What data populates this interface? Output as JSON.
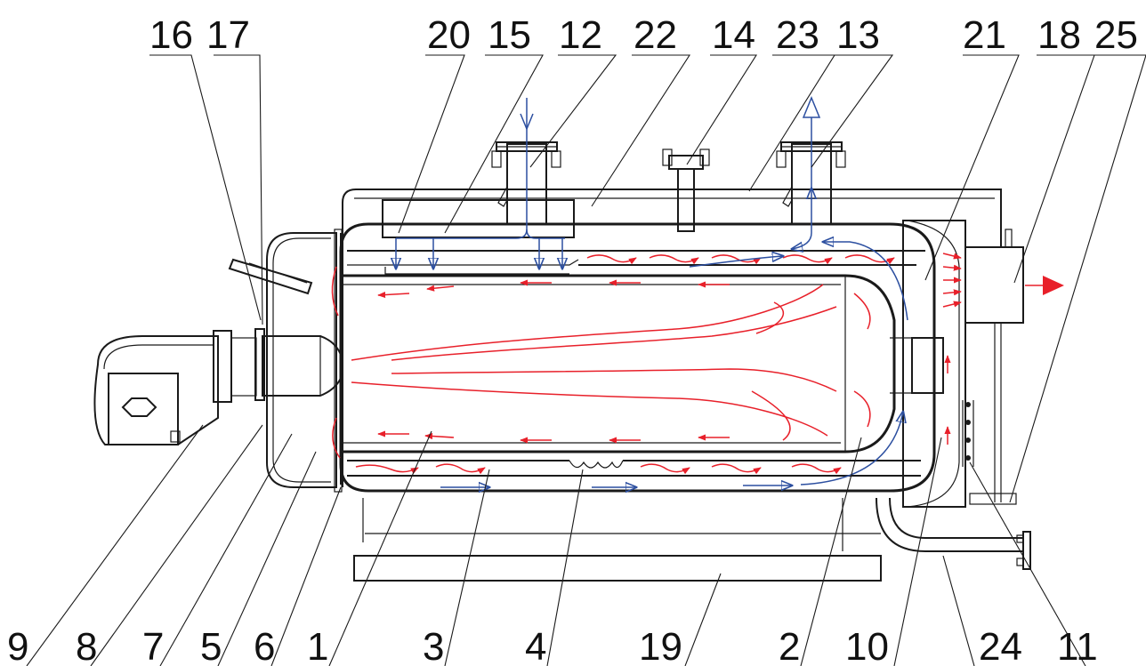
{
  "colors": {
    "hot_gas": "#e8202a",
    "water": "#2c4fa0",
    "line": "#1a1a1a"
  },
  "top_labels": [
    "16",
    "17",
    "20",
    "15",
    "12",
    "22",
    "14",
    "23",
    "13",
    "21",
    "18",
    "25"
  ],
  "bottom_labels": [
    "9",
    "8",
    "7",
    "5",
    "6",
    "1",
    "3",
    "4",
    "19",
    "2",
    "10",
    "24",
    "11"
  ]
}
